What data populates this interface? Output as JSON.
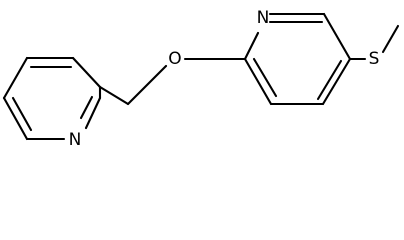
{
  "molecule": {
    "atoms": {
      "n_right_ring": "N",
      "n_left_ring": "N",
      "o_ether": "O",
      "s_thioether": "S"
    }
  }
}
